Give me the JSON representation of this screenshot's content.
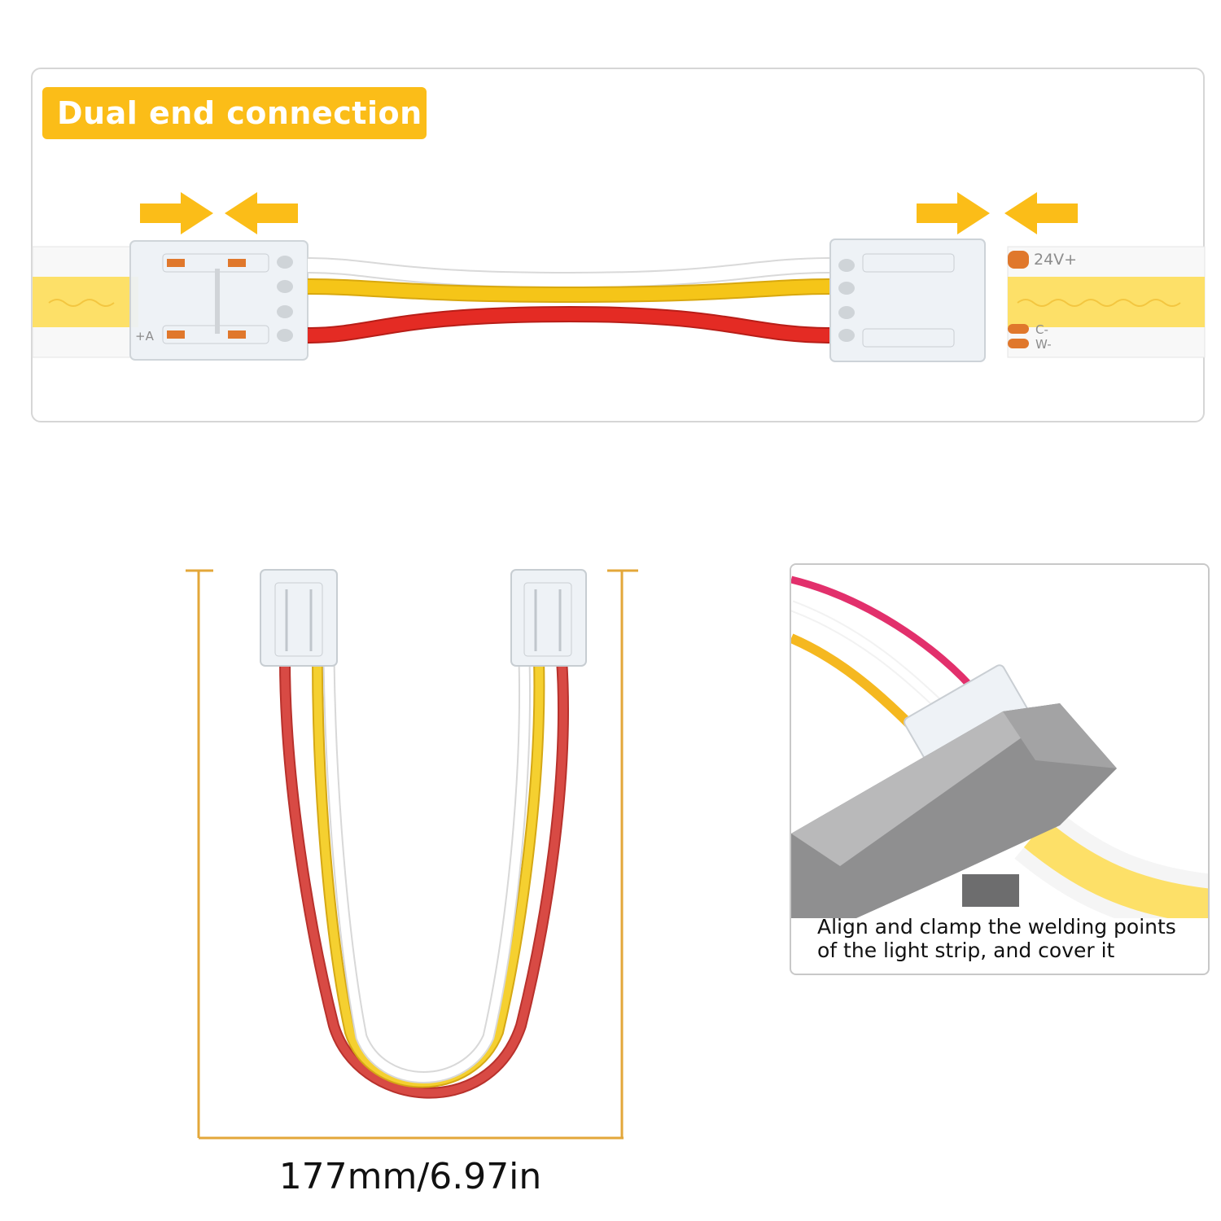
{
  "banner": {
    "title": "Dual end connection"
  },
  "strip": {
    "labels": {
      "v_plus": "24V+",
      "c_minus": "C-",
      "w_minus": "W-",
      "left_plus": "+A"
    }
  },
  "dimension": {
    "length": "177mm/6.97in"
  },
  "instruction": {
    "line1": "Align and clamp the welding points",
    "line2": "of the light strip, and cover it"
  },
  "colors": {
    "accent": "#fbbd18",
    "wire_red": "#e42b24",
    "wire_yellow": "#f5c518",
    "wire_white": "#ffffff",
    "strip_yellow": "#fde068",
    "copper": "#e0782c"
  },
  "icons": [
    "arrow-right-icon",
    "arrow-left-icon"
  ]
}
